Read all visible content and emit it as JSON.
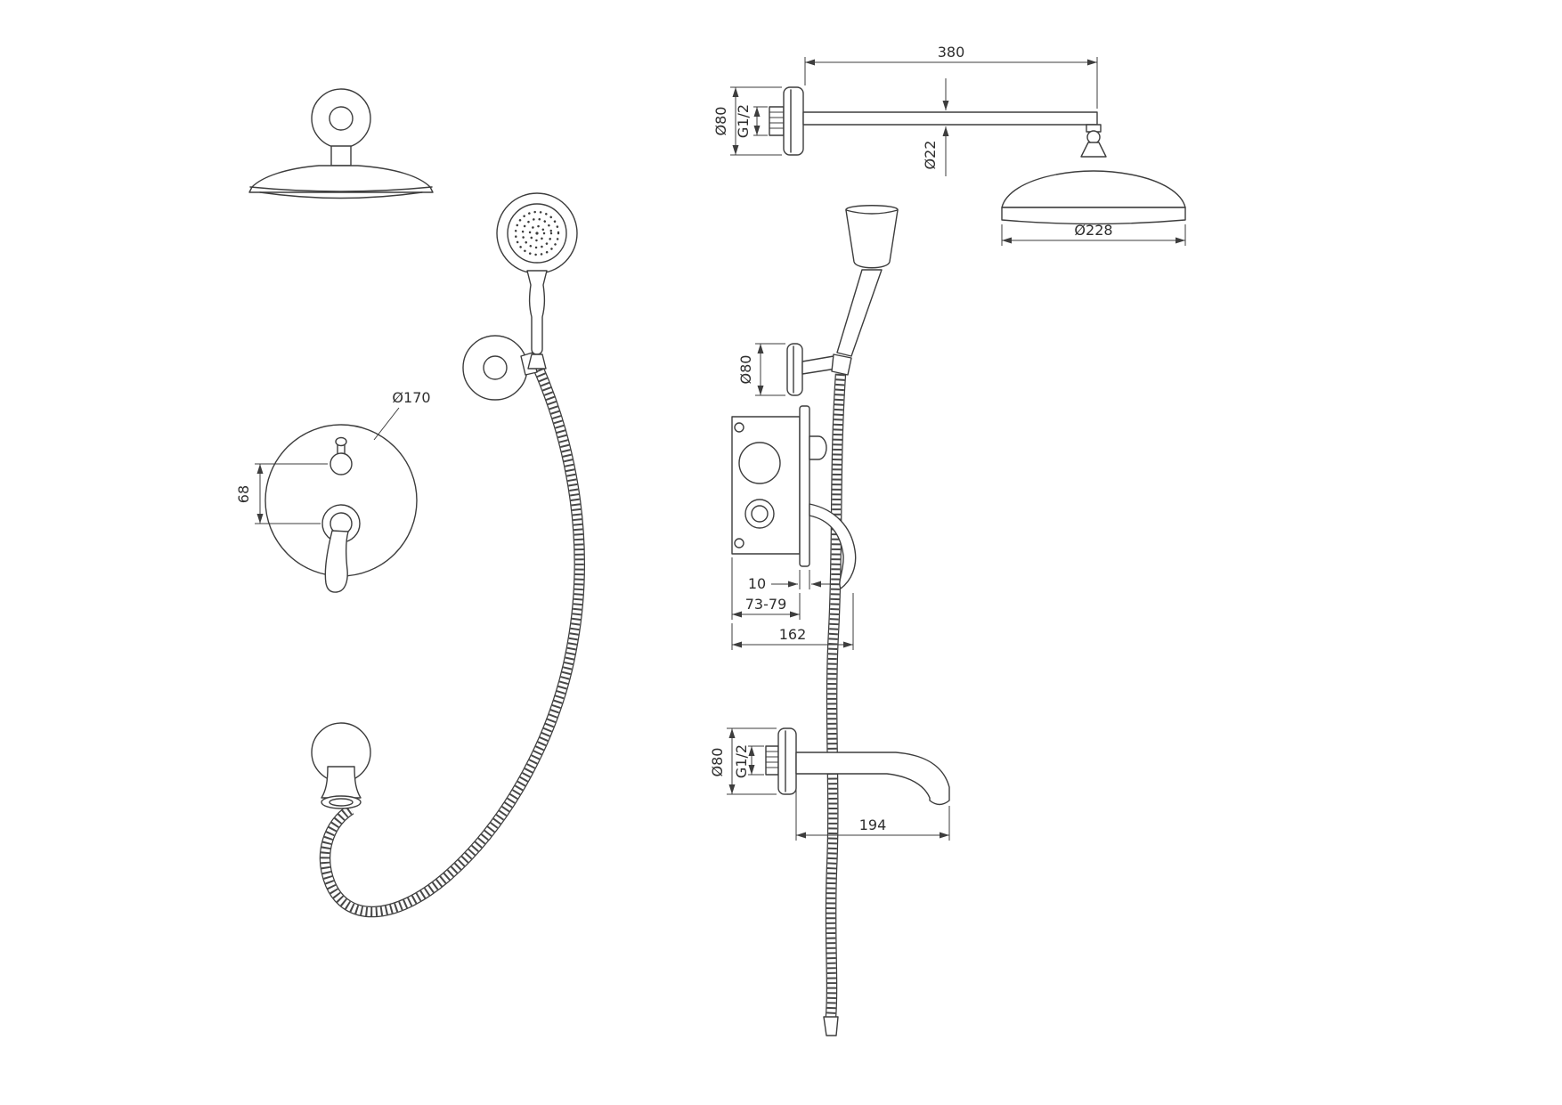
{
  "drawing": {
    "front": {
      "plate_diameter": "Ø170",
      "control_spacing": "68"
    },
    "side_top": {
      "arm_length": "380",
      "flange_diameter": "Ø80",
      "thread_size": "G1/2",
      "arm_diameter": "Ø22",
      "head_diameter": "Ø228"
    },
    "side_handshower": {
      "holder_flange_diameter": "Ø80"
    },
    "side_valve": {
      "plate_depth": "10",
      "rough_in_depth": "73-79",
      "total_depth": "162"
    },
    "side_spout": {
      "flange_diameter": "Ø80",
      "thread_size": "G1/2",
      "spout_reach": "194"
    }
  }
}
